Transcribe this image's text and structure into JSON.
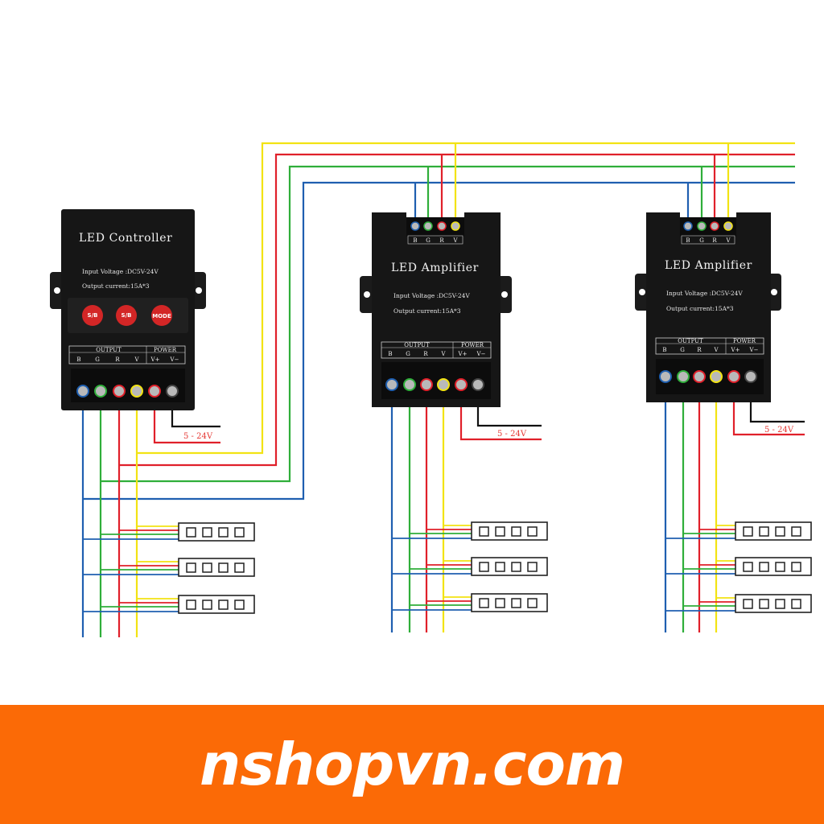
{
  "devices": [
    {
      "title": "LED Controller",
      "input_voltage": "Input Voltage :DC5V-24V",
      "output_current": "Output current:15A*3",
      "buttons": [
        "S/B",
        "S/B",
        "MODE"
      ],
      "output_header": "OUTPUT",
      "power_header": "POWER",
      "terminals": [
        "B",
        "G",
        "R",
        "V",
        "V+",
        "V−"
      ],
      "supply_label": "5 - 24V"
    },
    {
      "title": "LED Amplifier",
      "input_voltage": "Input Voltage :DC5V-24V",
      "output_current": "Output current:15A*3",
      "input_terminals": [
        "B",
        "G",
        "R",
        "V"
      ],
      "output_header": "OUTPUT",
      "power_header": "POWER",
      "terminals": [
        "B",
        "G",
        "R",
        "V",
        "V+",
        "V−"
      ],
      "supply_label": "5 - 24V"
    },
    {
      "title": "LED Amplifier",
      "input_voltage": "Input Voltage :DC5V-24V",
      "output_current": "Output current:15A*3",
      "input_terminals": [
        "B",
        "G",
        "R",
        "V"
      ],
      "output_header": "OUTPUT",
      "power_header": "POWER",
      "terminals": [
        "B",
        "G",
        "R",
        "V",
        "V+",
        "V−"
      ],
      "supply_label": "5 - 24V"
    }
  ],
  "wire_colors": {
    "blue": "#1f5fb0",
    "green": "#2fae3a",
    "red": "#e0202a",
    "yellow": "#f2e313",
    "black": "#111111",
    "power_red": "#e0202a"
  },
  "led_strip_count_per_device": 3,
  "brand": "nshopvn.com",
  "banner_color": "#fb6a06"
}
